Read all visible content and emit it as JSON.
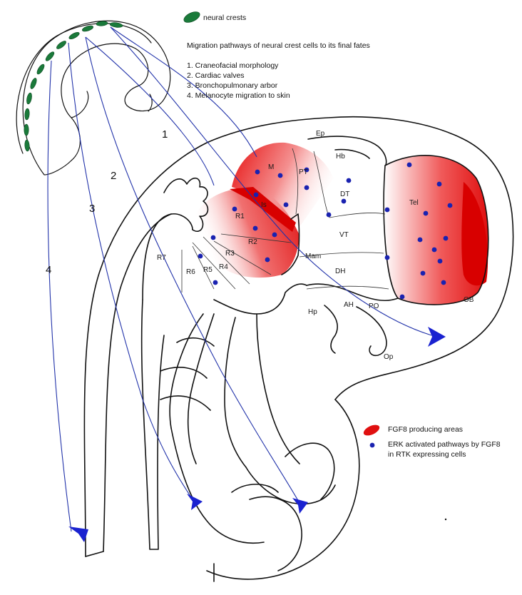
{
  "legend_top": {
    "neural_crest_label": "neural crests",
    "neural_crest_color": "#1a7a3a",
    "title": "Migration pathways  of neural crest cells to its final fates",
    "fates": [
      "1. Craneofacial morphology",
      "2. Cardiac valves",
      "3. Bronchopulmonary arbor",
      "4. Melanocyte migration to skin"
    ]
  },
  "legend_bottom": {
    "fgf8_label": "FGF8 producing areas",
    "fgf8_color": "#e01010",
    "erk_label_line1": "ERK activated pathways by FGF8",
    "erk_label_line2": "in RTK expressing cells",
    "erk_color": "#1a22b0"
  },
  "pathway_numbers": [
    "1",
    "2",
    "3",
    "4"
  ],
  "pathway_color": "#2233aa",
  "regions": {
    "Ep": "Ep",
    "Hb": "Hb",
    "M": "M",
    "PT": "PT",
    "DT": "DT",
    "Is": "Is",
    "R1": "R1",
    "R2": "R2",
    "R3": "R3",
    "R4": "R4",
    "R5": "R5",
    "R6": "R6",
    "R7": "R7",
    "VT": "VT",
    "Mam": "Mam",
    "DH": "DH",
    "AH": "AH",
    "PO": "PO",
    "Hp": "Hp",
    "Op": "Op",
    "Tel": "Tel",
    "OB": "OB"
  }
}
